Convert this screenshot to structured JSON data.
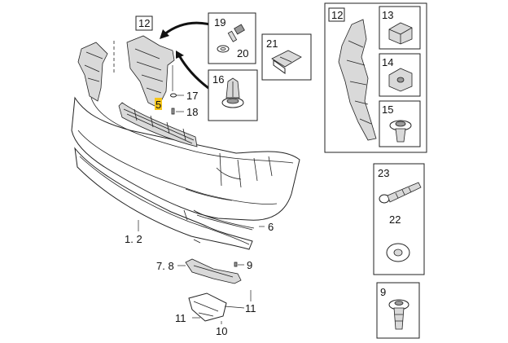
{
  "callouts": {
    "bumper_main": "1. 2",
    "grille_5": "5",
    "bracket_12": "12",
    "part_17": "17",
    "part_18": "18",
    "trim_6": "6",
    "bracket_78": "7. 8",
    "part_9": "9",
    "part_10": "10",
    "part_11_left": "11",
    "part_11_right": "11"
  },
  "detail_boxes": {
    "box_19_20": {
      "a": "19",
      "b": "20"
    },
    "box_16": "16",
    "box_21": "21",
    "box_12_large": "12",
    "box_13": "13",
    "box_14": "14",
    "box_15": "15",
    "box_23_22": {
      "a": "23",
      "b": "22"
    },
    "box_9": "9"
  },
  "colors": {
    "highlight": "#f5c518",
    "line": "#222222",
    "shade": "#d9d9d9"
  }
}
